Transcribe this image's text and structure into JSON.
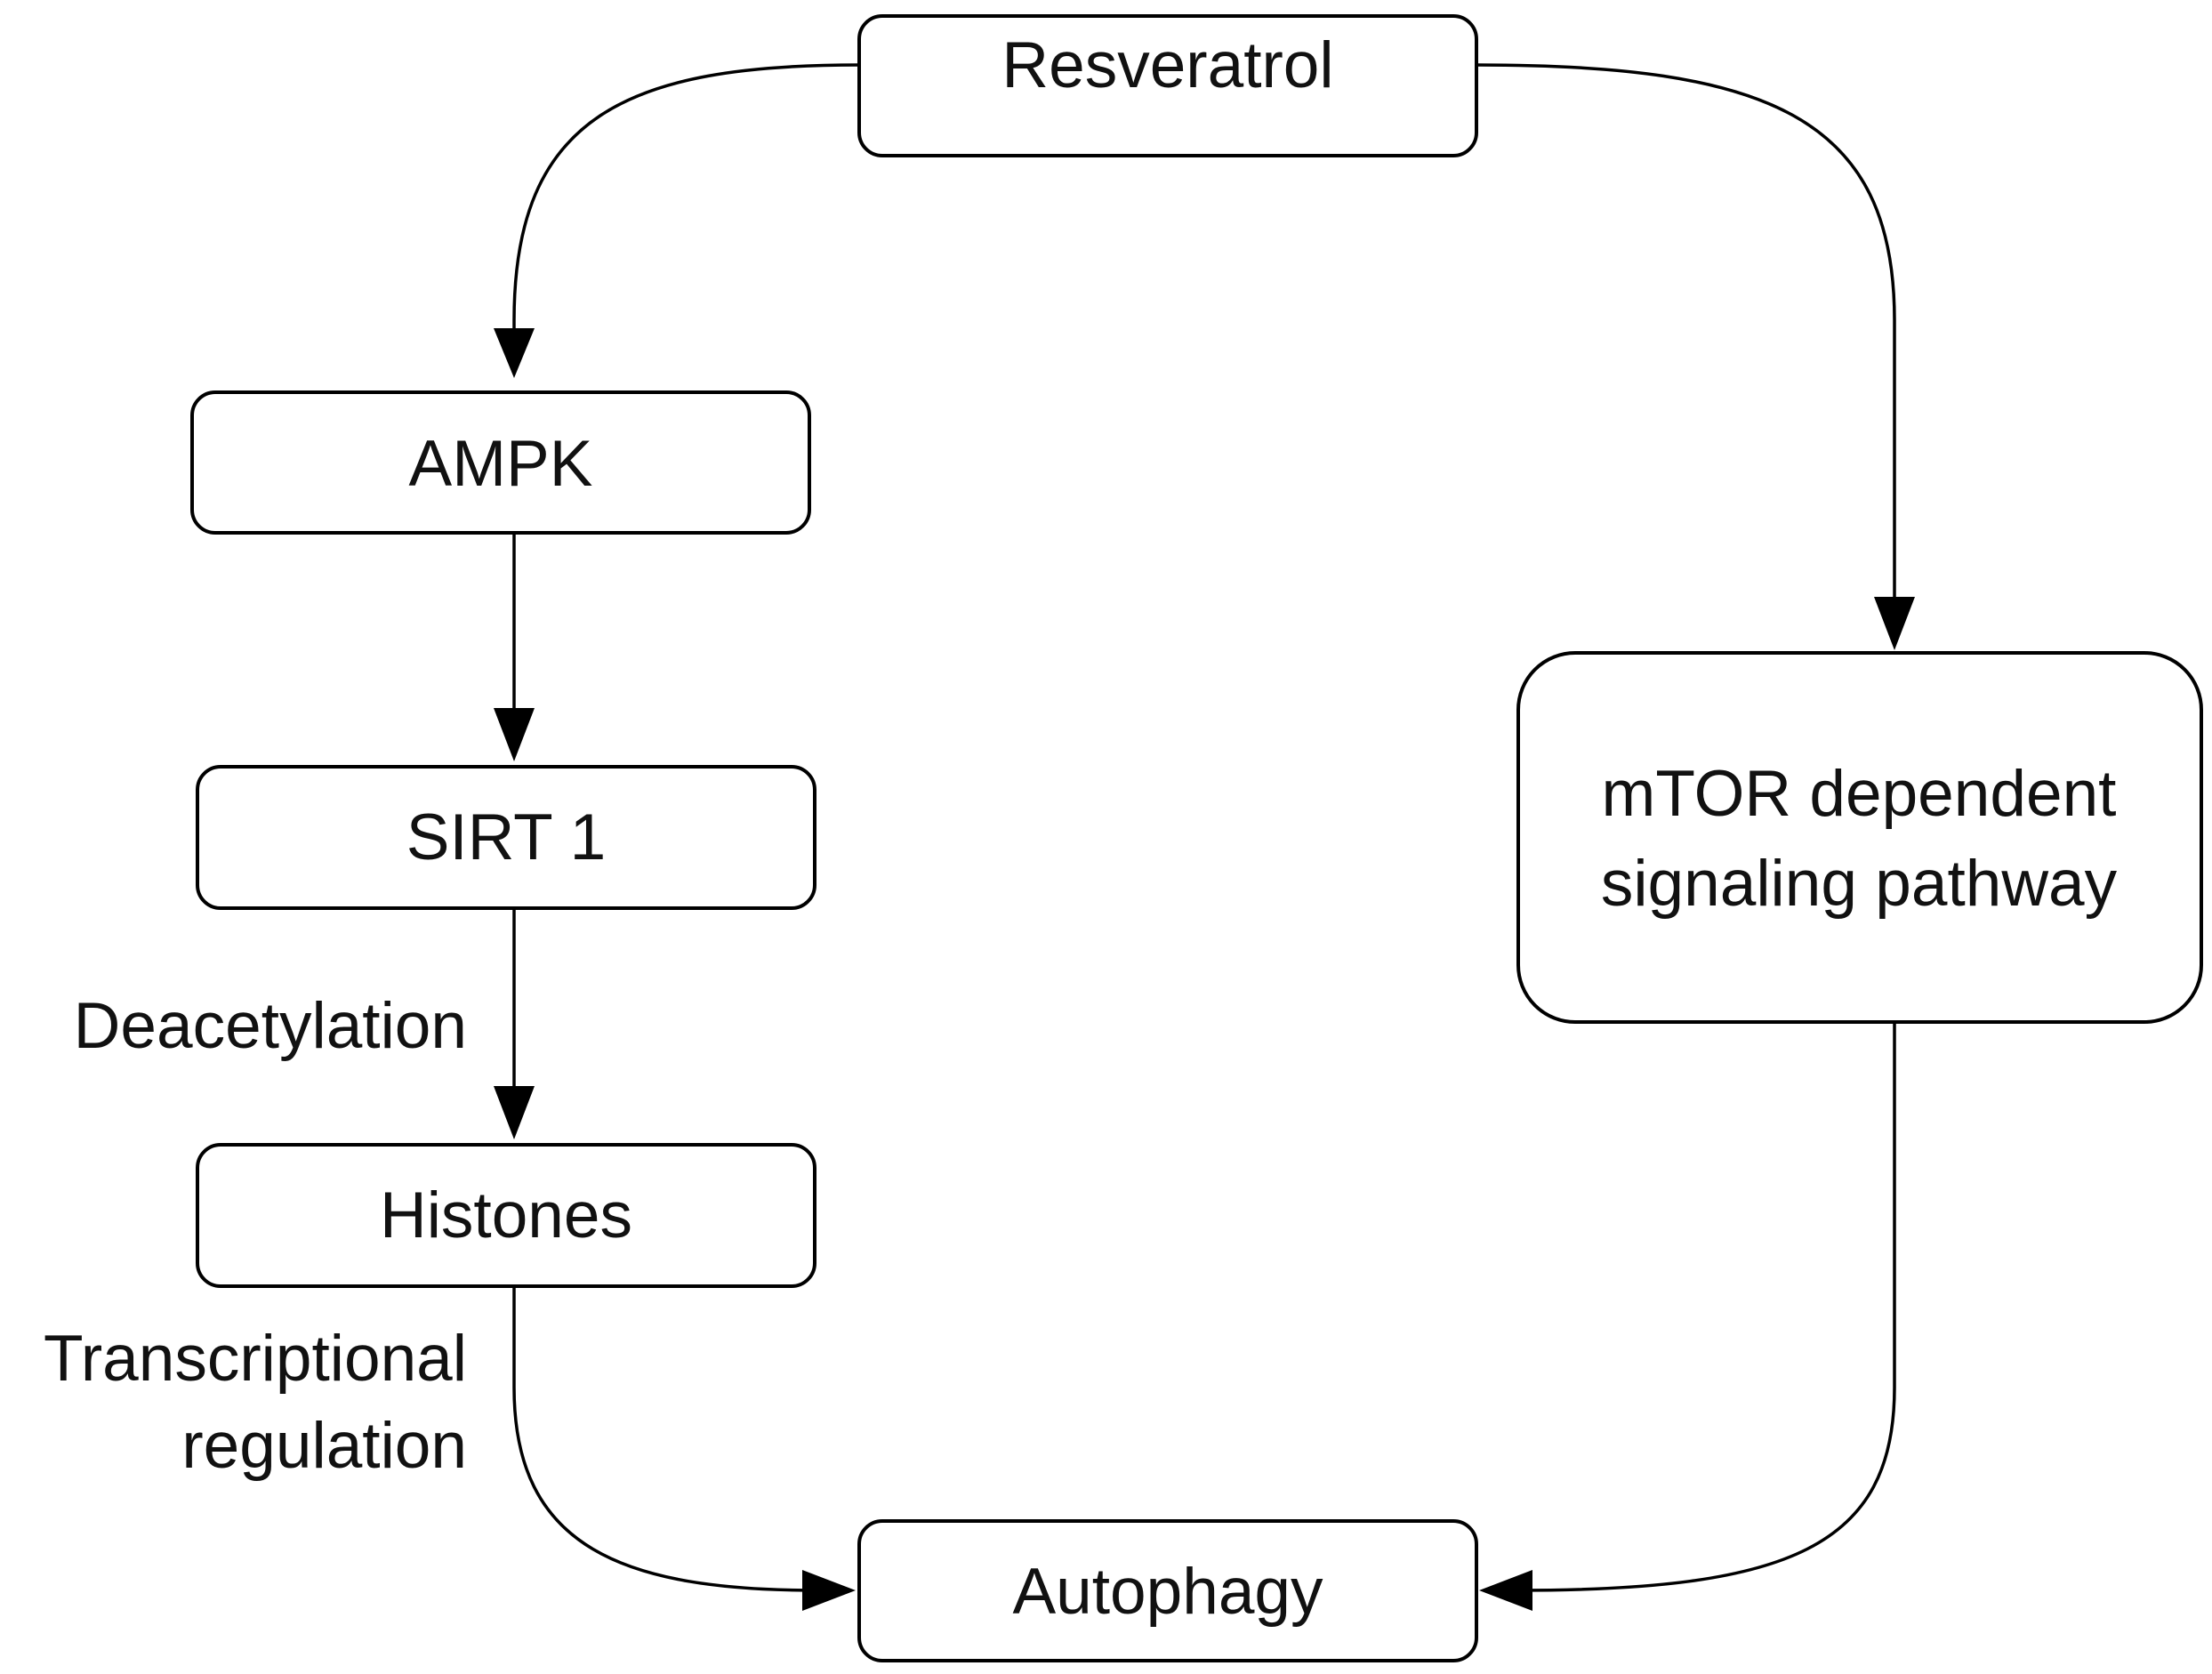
{
  "nodes": {
    "resveratrol": "Resveratrol",
    "ampk": "AMPK",
    "sirt1": "SIRT 1",
    "histones": "Histones",
    "autophagy": "Autophagy",
    "mtor_line1": "mTOR dependent",
    "mtor_line2": "signaling pathway"
  },
  "edge_labels": {
    "deacetylation": "Deacetylation",
    "transcriptional_line1": "Transcriptional",
    "transcriptional_line2": "regulation"
  },
  "colors": {
    "stroke": "#000000",
    "background": "#ffffff",
    "text": "#111111"
  }
}
